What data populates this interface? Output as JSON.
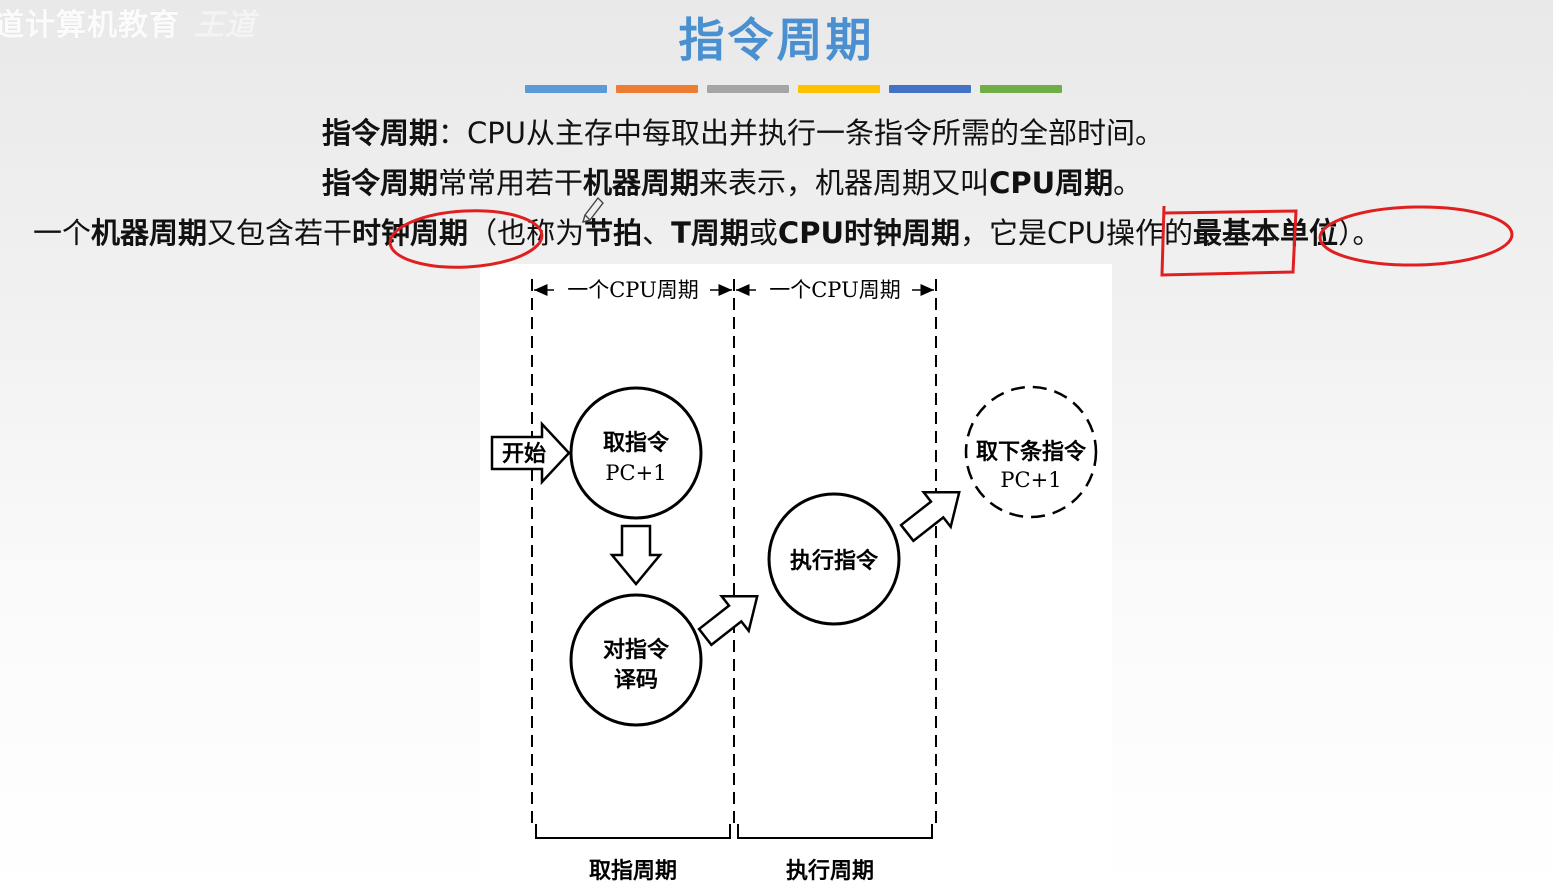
{
  "watermark": {
    "text": "道计算机教育",
    "logo_text": "王道"
  },
  "slide": {
    "title": "指令周期",
    "accent_colors": [
      "#5b9bd5",
      "#ed7d31",
      "#a5a5a5",
      "#ffc000",
      "#4472c4",
      "#70ad47"
    ]
  },
  "lines": {
    "line1": {
      "bold1": "指令周期",
      "text1": "：CPU从主存中每取出并执行一条指令所需的全部时间。"
    },
    "line2": {
      "bold1": "指令周期",
      "text1": "常常用若干",
      "bold2": "机器周期",
      "text2": "来表示，机器周期又叫",
      "bold3": "CPU周期",
      "text3": "。"
    },
    "line3": {
      "text1": "一个",
      "bold1": "机器周期",
      "text2": "又包含若干",
      "bold2": "时钟周期",
      "text3": "（也称为",
      "bold3": "节拍",
      "text4": "、",
      "bold4": "T周期",
      "text5": "或",
      "bold5": "CPU时钟周期",
      "text6": "，它是CPU操作的",
      "bold6": "最基本单位",
      "text7": "）。"
    }
  },
  "diagram": {
    "cpu_cycle_label_1": "一个CPU周期",
    "cpu_cycle_label_2": "一个CPU周期",
    "start_label": "开始",
    "fetch_line1": "取指令",
    "fetch_line2": "PC+1",
    "decode_line1": "对指令",
    "decode_line2": "译码",
    "execute_label": "执行指令",
    "next_line1": "取下条指令",
    "next_line2": "PC+1",
    "fetch_period_label": "取指周期",
    "execute_period_label": "执行周期"
  },
  "annotations": {
    "pen_color": "#e02020"
  }
}
